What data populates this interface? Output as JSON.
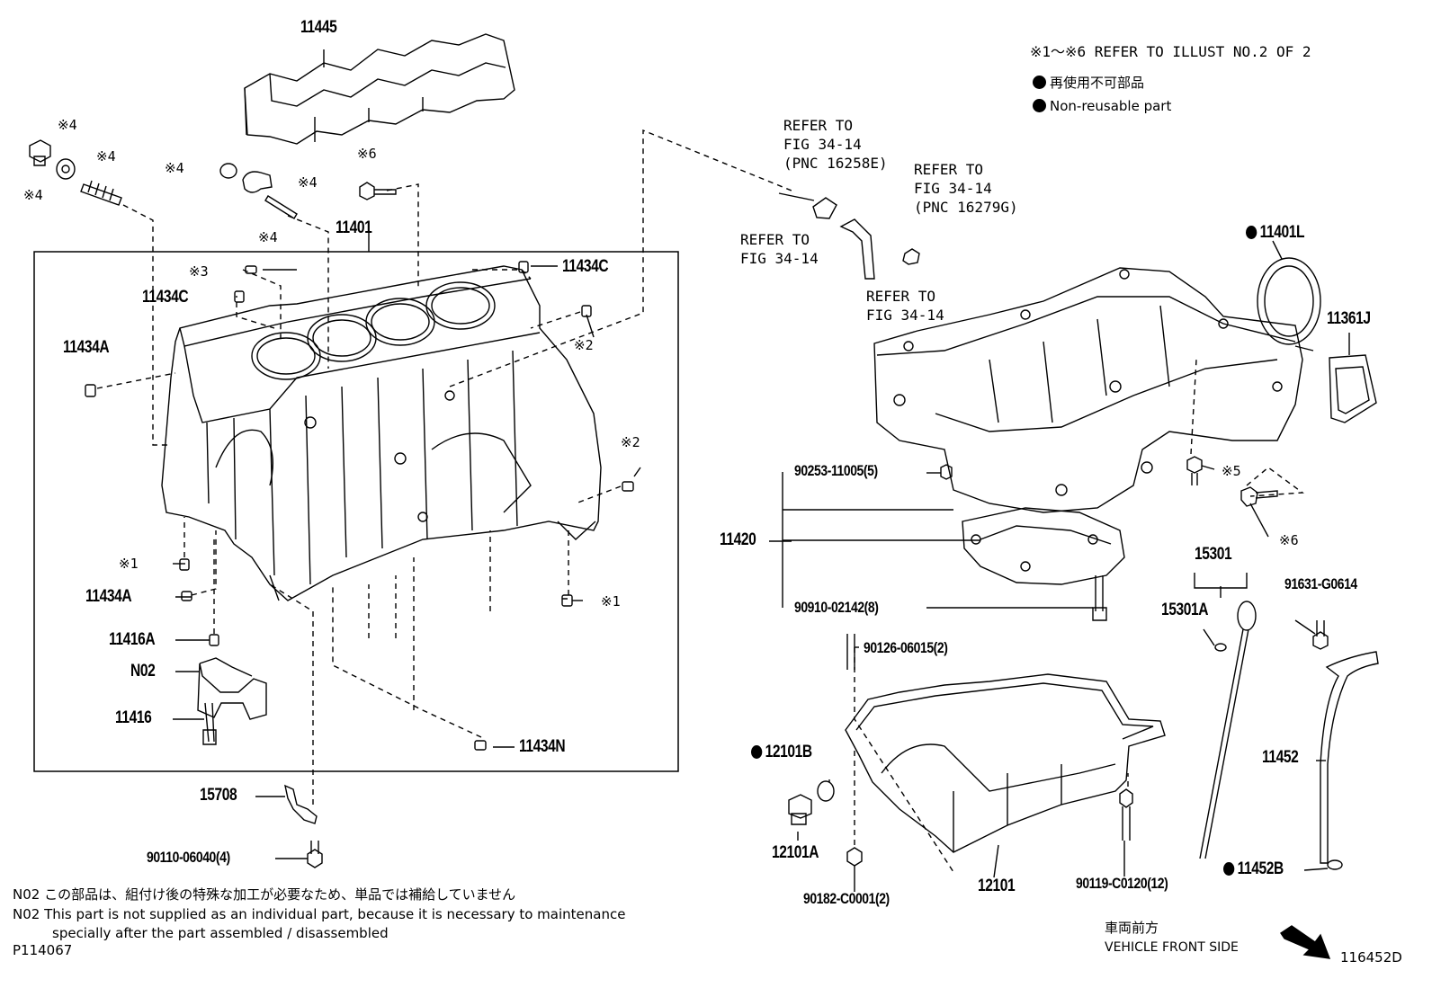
{
  "header": {
    "refer_line": "※1〜※6 REFER TO ILLUST NO.2 OF 2",
    "legend_jp": "再使用不可部品",
    "legend_en": "Non-reusable part"
  },
  "parts": {
    "p11445": "11445",
    "p11401": "11401",
    "p11434C_a": "11434C",
    "p11434C_b": "11434C",
    "p11434A_a": "11434A",
    "p11434A_b": "11434A",
    "p11416A": "11416A",
    "pN02": "N02",
    "p11416": "11416",
    "p11434N": "11434N",
    "p15708": "15708",
    "p90110": "90110-06040(4)",
    "p11401L": "11401L",
    "p11361J": "11361J",
    "p90253": "90253-11005(5)",
    "p11420": "11420",
    "p90910": "90910-02142(8)",
    "p15301": "15301",
    "p15301A": "15301A",
    "p91631": "91631-G0614",
    "p90126": "90126-06015(2)",
    "p12101B": "12101B",
    "p12101A": "12101A",
    "p11452": "11452",
    "p12101": "12101",
    "p90182": "90182-C0001(2)",
    "p90119": "90119-C0120(12)",
    "p11452B": "11452B"
  },
  "marks": {
    "m4a": "※4",
    "m4b": "※4",
    "m4c": "※4",
    "m4d": "※4",
    "m4e": "※4",
    "m4f": "※4",
    "m6a": "※6",
    "m6b": "※6",
    "m3": "※3",
    "m2a": "※2",
    "m2b": "※2",
    "m1a": "※1",
    "m1b": "※1",
    "m5": "※5"
  },
  "refs": {
    "r1": "REFER TO\nFIG 34-14\n(PNC 16258E)",
    "r2": "REFER TO\nFIG 34-14\n(PNC 16279G)",
    "r3": "REFER TO\nFIG 34-14",
    "r4": "REFER TO\nFIG 34-14"
  },
  "notes": {
    "jp": "N02  この部品は、組付け後の特殊な加工が必要なため、単品では補給していません",
    "en1": "N02  This part is not supplied as an individual part, because it is necessary to maintenance",
    "en2": "specially after the part assembled / disassembled",
    "illust_no": "P114067",
    "front_jp": "車両前方",
    "front_en": "VEHICLE FRONT SIDE",
    "diagram_no": "116452D"
  }
}
